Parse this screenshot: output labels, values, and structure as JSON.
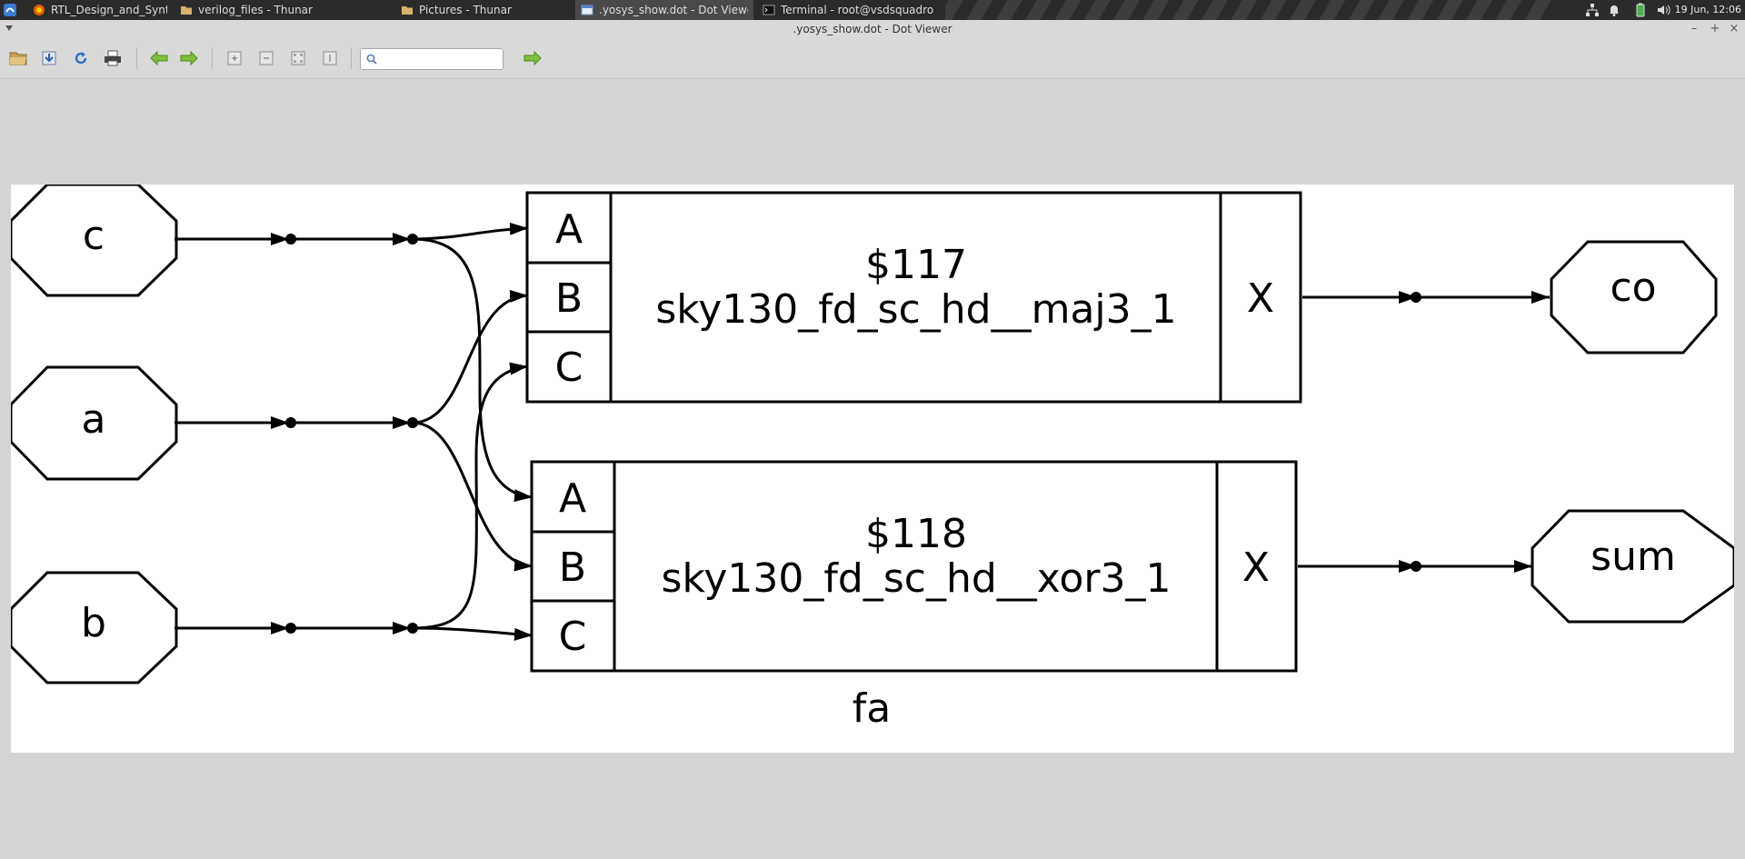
{
  "taskbar": {
    "tasks": [
      {
        "label": "RTL_Design_and_Synthesis_i...",
        "icon": "firefox-icon"
      },
      {
        "label": "verilog_files - Thunar",
        "icon": "folder-icon"
      },
      {
        "label": "Pictures - Thunar",
        "icon": "folder-icon"
      },
      {
        "label": ".yosys_show.dot - Dot Viewer",
        "icon": "dot-viewer-icon"
      },
      {
        "label": "Terminal - root@vsdsquadro...",
        "icon": "terminal-icon"
      }
    ],
    "clock": "19 Jun, 12:06"
  },
  "window": {
    "title": ".yosys_show.dot - Dot Viewer"
  },
  "toolbar": {
    "search_placeholder": "",
    "search_value": ""
  },
  "graph": {
    "label": "fa",
    "inputs": [
      "c",
      "a",
      "b"
    ],
    "outputs": [
      "co",
      "sum"
    ],
    "cells": [
      {
        "id": "$117",
        "type": "sky130_fd_sc_hd__maj3_1",
        "ports_in": [
          "A",
          "B",
          "C"
        ],
        "port_out": "X"
      },
      {
        "id": "$118",
        "type": "sky130_fd_sc_hd__xor3_1",
        "ports_in": [
          "A",
          "B",
          "C"
        ],
        "port_out": "X"
      }
    ]
  }
}
